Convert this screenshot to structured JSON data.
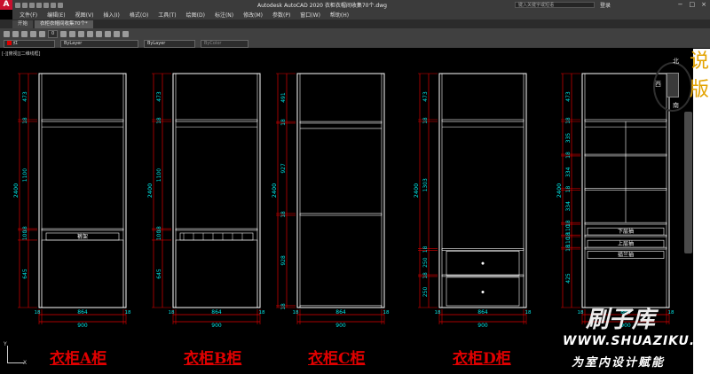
{
  "titlebar": {
    "app_letter": "A",
    "title": "Autodesk AutoCAD 2020    衣柜衣帽间收集70个.dwg",
    "search_placeholder": "键入关键字或短语",
    "login_label": "登录",
    "window_controls": [
      "−",
      "□",
      "×"
    ]
  },
  "menu": [
    "文件(F)",
    "编辑(E)",
    "视图(V)",
    "插入(I)",
    "格式(O)",
    "工具(T)",
    "绘图(D)",
    "标注(N)",
    "修改(M)",
    "参数(P)",
    "窗口(W)",
    "帮助(H)"
  ],
  "file_tabs": [
    "开始",
    "衣柜衣帽间收集70个*"
  ],
  "properties_bar": {
    "layer": "0",
    "color_value": "红",
    "linetype": "ByLayer",
    "lineweight": "ByLayer",
    "plotstyle": "ByColor"
  },
  "viewport_label": "[-][俯视][二维线框]",
  "viewcube": {
    "north": "北",
    "west": "西",
    "south": "南"
  },
  "right_panel_glyphs": [
    "说",
    "版"
  ],
  "wardrobes": [
    {
      "caption": "衣柜A柜",
      "total_height": "2400",
      "left_dims": [
        "473",
        "18",
        "1100",
        "18",
        "100",
        "645"
      ],
      "width_inner": "864",
      "width_total": "900",
      "side_thickness": "18",
      "labels": [
        "裤架"
      ]
    },
    {
      "caption": "衣柜B柜",
      "total_height": "2400",
      "left_dims": [
        "473",
        "18",
        "1100",
        "18",
        "100",
        "645"
      ],
      "width_inner": "864",
      "width_total": "900",
      "side_thickness": "18",
      "labels": []
    },
    {
      "caption": "衣柜C柜",
      "total_height": "2400",
      "left_dims": [
        "491",
        "18",
        "927",
        "18",
        "928",
        "18"
      ],
      "width_inner": "864",
      "width_total": "900",
      "side_thickness": "18",
      "labels": []
    },
    {
      "caption": "衣柜D柜",
      "total_height": "2400",
      "left_dims": [
        "473",
        "18",
        "1303",
        "18",
        "250",
        "18",
        "250"
      ],
      "width_inner": "864",
      "width_total": "900",
      "side_thickness": "18",
      "labels": []
    },
    {
      "caption": "",
      "total_height": "2400",
      "left_dims": [
        "473",
        "18",
        "335",
        "18",
        "334",
        "18",
        "334",
        "18",
        "110",
        "18",
        "110",
        "18",
        "425"
      ],
      "width_inner": "864",
      "width_total": "900",
      "side_thickness": "18",
      "labels": [
        "下层抽",
        "上层抽",
        "插兰抽"
      ]
    }
  ],
  "watermark": {
    "brand": "刷子库",
    "url": "WWW.SHUAZIKU.COM",
    "slogan": "为室内设计赋能"
  },
  "ucs": {
    "x": "X",
    "y": "Y"
  },
  "colors": {
    "dimension": "#e00000",
    "dim_text": "#00e5e5",
    "cabinet_line": "#ffffff",
    "caption": "#e00000",
    "ui_bar": "#3b3b3b"
  }
}
